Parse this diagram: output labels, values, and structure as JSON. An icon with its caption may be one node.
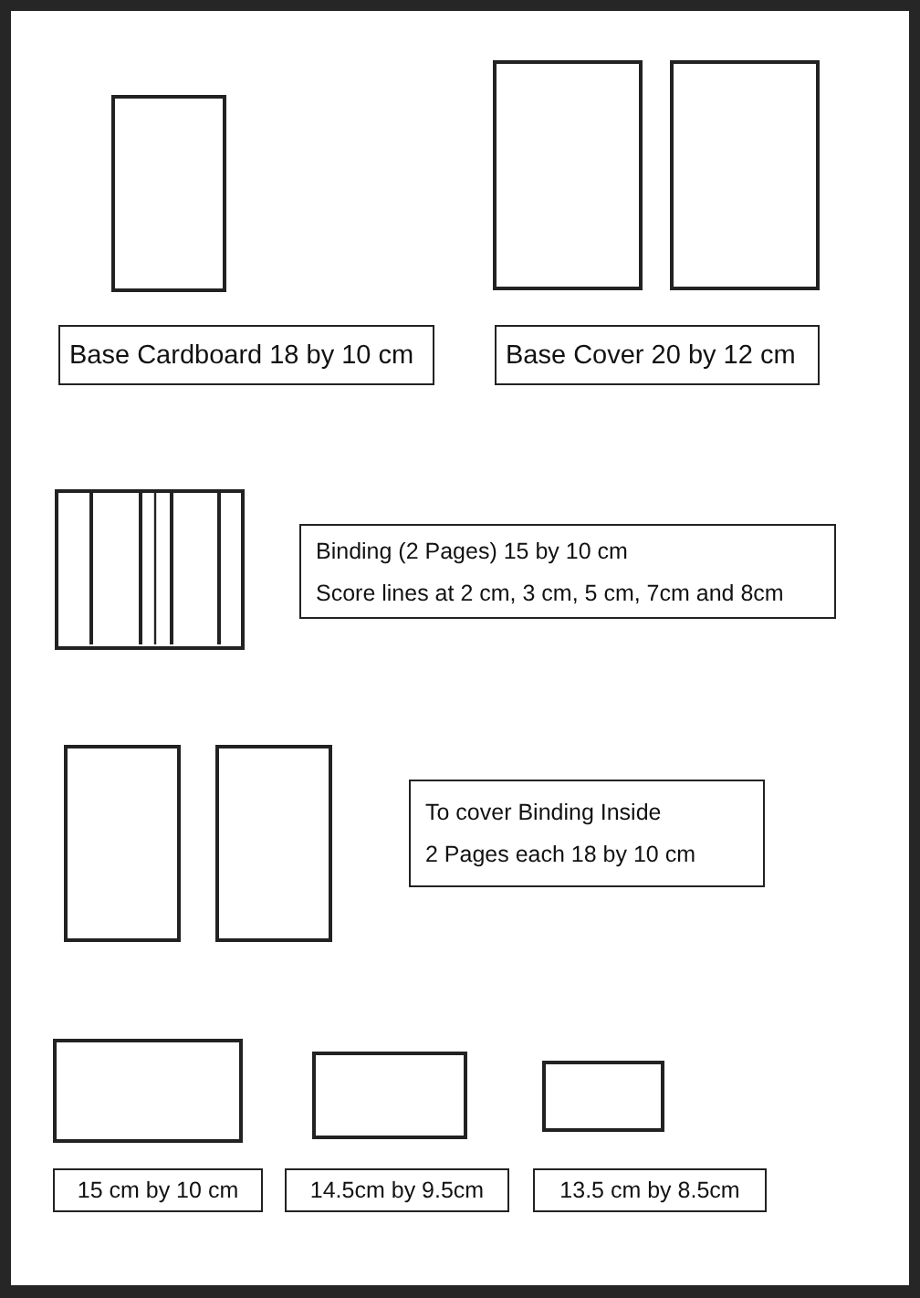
{
  "diagram": {
    "nodes": [
      {
        "text": [],
        "shape": "box"
      },
      {
        "text": [],
        "shape": "box"
      },
      {
        "text": [],
        "shape": "box"
      },
      {
        "text": [
          "Base Cardboard 18 by 10 cm"
        ]
      },
      {
        "text": [
          "Base Cover 20 by 12 cm"
        ]
      },
      {
        "text": [],
        "shape": "box"
      },
      {
        "text": [
          "Binding (2 Pages) 15 by 10 cm",
          "Score lines at 2 cm, 3 cm, 5 cm, 7cm and 8cm"
        ]
      },
      {
        "text": [],
        "shape": "box"
      },
      {
        "text": [],
        "shape": "box"
      },
      {
        "text": [
          "To cover Binding Inside",
          "2 Pages each 18 by 10 cm"
        ]
      },
      {
        "text": [],
        "shape": "box"
      },
      {
        "text": [],
        "shape": "box"
      },
      {
        "text": [],
        "shape": "box"
      },
      {
        "text": [
          "15 cm by 10 cm"
        ]
      },
      {
        "text": [
          "14.5cm by 9.5cm"
        ]
      },
      {
        "text": [
          "13.5 cm by 8.5cm"
        ]
      }
    ]
  }
}
